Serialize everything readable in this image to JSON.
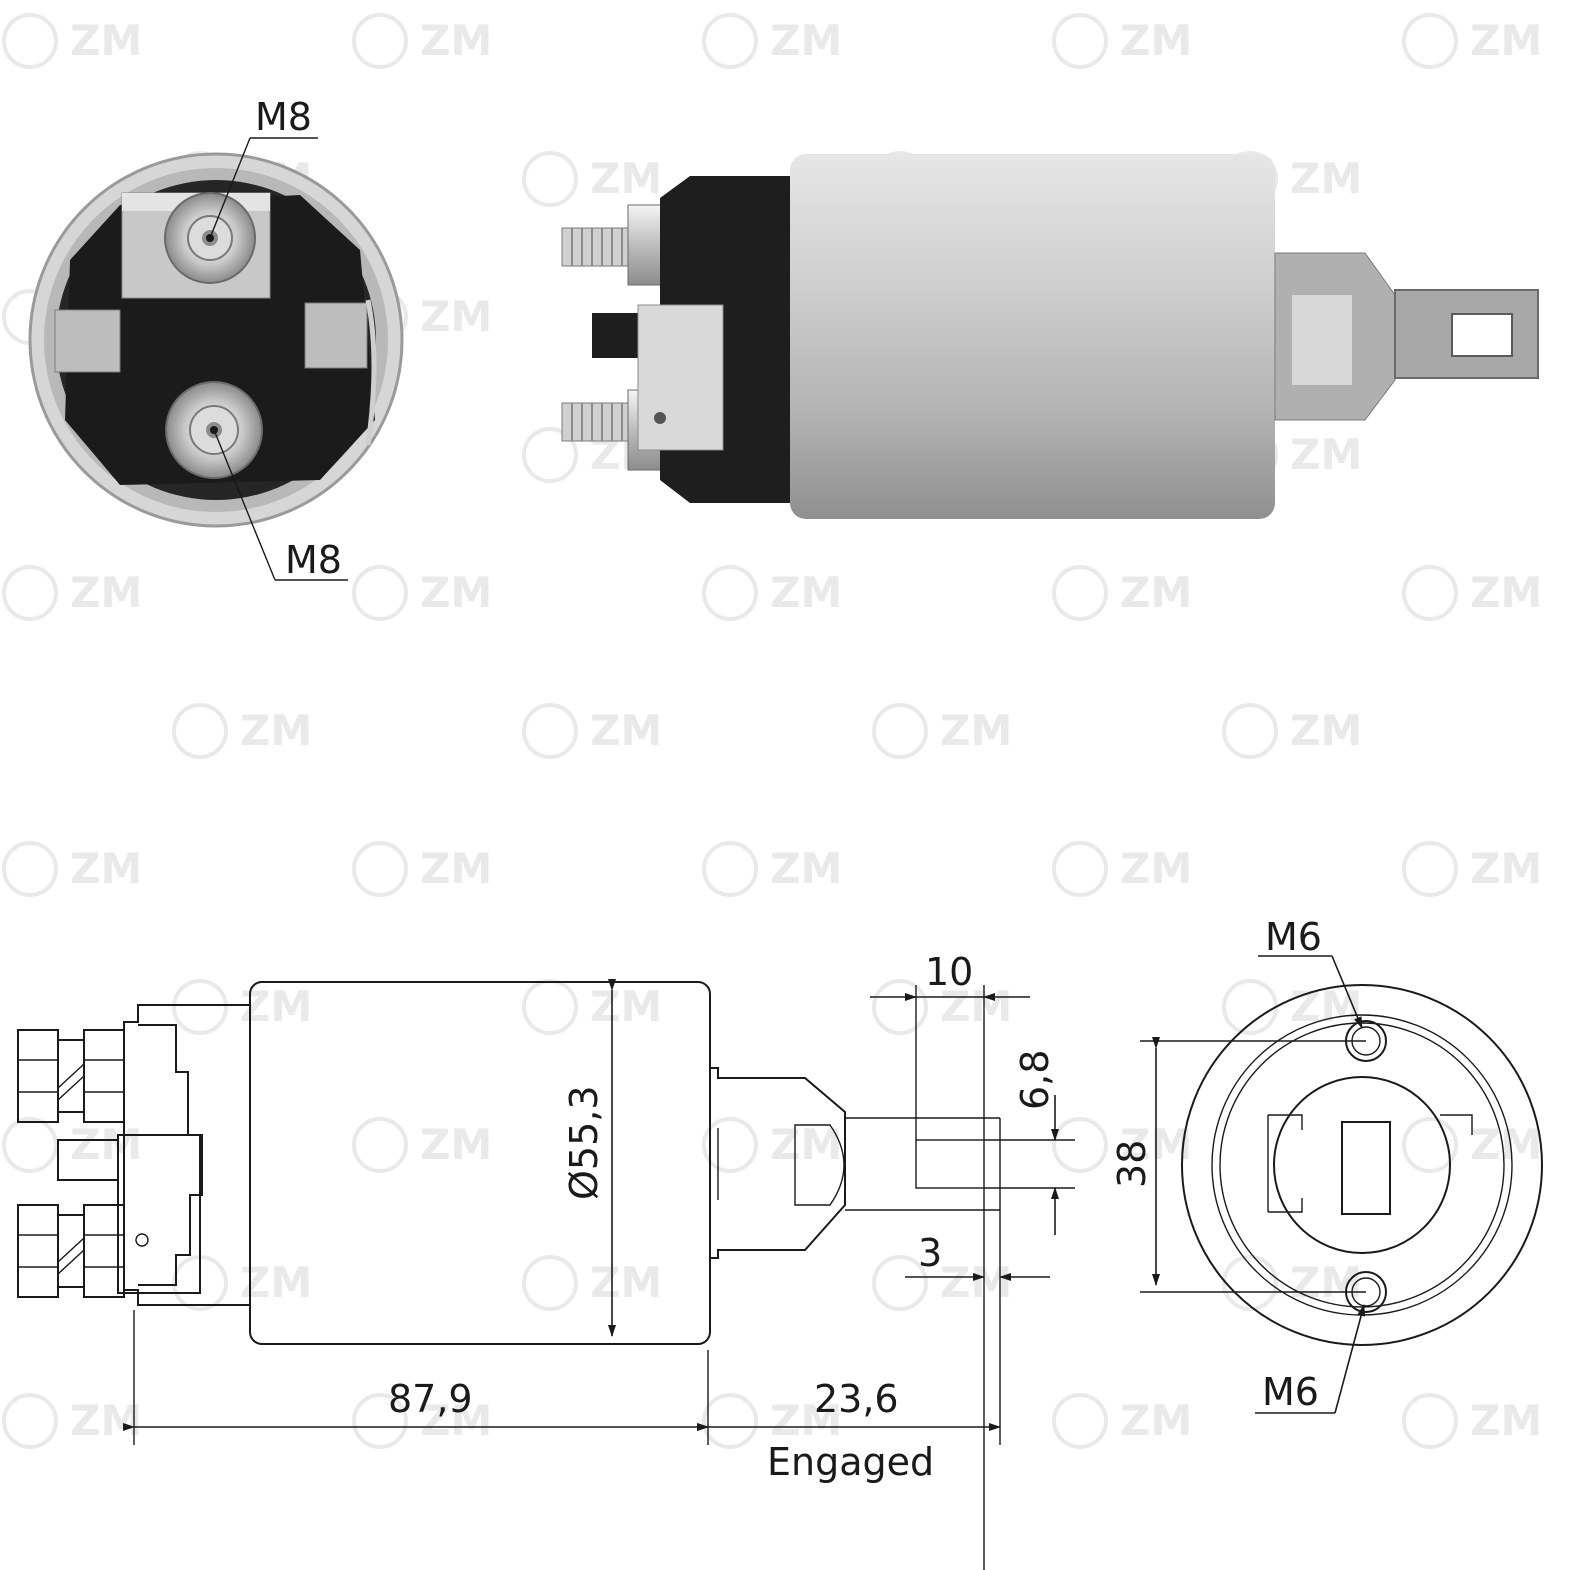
{
  "brand": {
    "watermark": "ZM"
  },
  "photo_views": {
    "terminal_top": "M8",
    "terminal_bottom": "M8"
  },
  "drawing": {
    "diameter": "Ø55,3",
    "body_length": "87,9",
    "stroke_length": "23,6",
    "stroke_state": "Engaged",
    "lever_width": "10",
    "slot_height": "6,8",
    "slot_offset": "3",
    "mount_spacing": "38",
    "mount_thread_top": "M6",
    "mount_thread_bottom": "M6"
  },
  "colors": {
    "line": "#1a1a1a",
    "housing": "#c2c2c2",
    "cap": "#1e1e1e",
    "watermark": "#e9e9e9"
  }
}
